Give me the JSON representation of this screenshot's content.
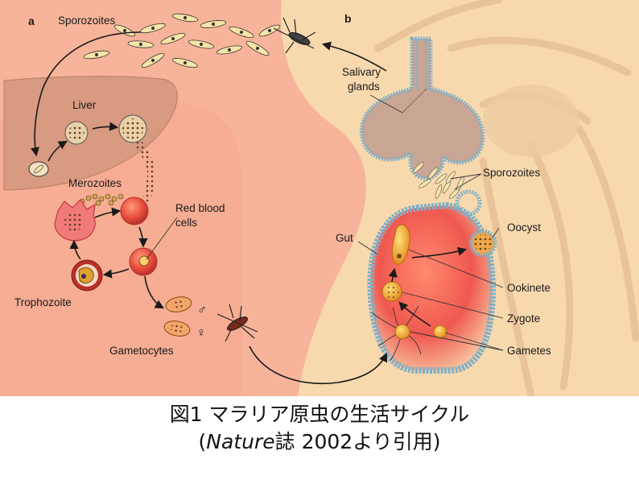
{
  "panel_a": {
    "label": "a",
    "labels": {
      "sporozoites": "Sporozoites",
      "liver": "Liver",
      "merozoites": "Merozoites",
      "red_blood_cells": "Red blood cells",
      "trophozoite": "Trophozoite",
      "gametocytes": "Gametocytes",
      "male_symbol": "♂",
      "female_symbol": "♀"
    }
  },
  "panel_b": {
    "label": "b",
    "labels": {
      "salivary_glands": "Salivary glands",
      "sporozoites": "Sporozoites",
      "gut": "Gut",
      "oocyst": "Oocyst",
      "ookinete": "Ookinete",
      "zygote": "Zygote",
      "gametes": "Gametes"
    }
  },
  "caption": {
    "line1": "図1  マラリア原虫の生活サイクル",
    "line2_open": "(",
    "line2_journal": "Nature",
    "line2_rest": "誌 2002より引用)"
  },
  "colors": {
    "panel_a_bg": "#f7b49a",
    "panel_b_bg": "#f8d9ae",
    "liver": "#d99a82",
    "gland": "#c9a594",
    "gut_fill": "#f0584f",
    "rbc": "#e8503e",
    "parasite": "#e8a332"
  }
}
